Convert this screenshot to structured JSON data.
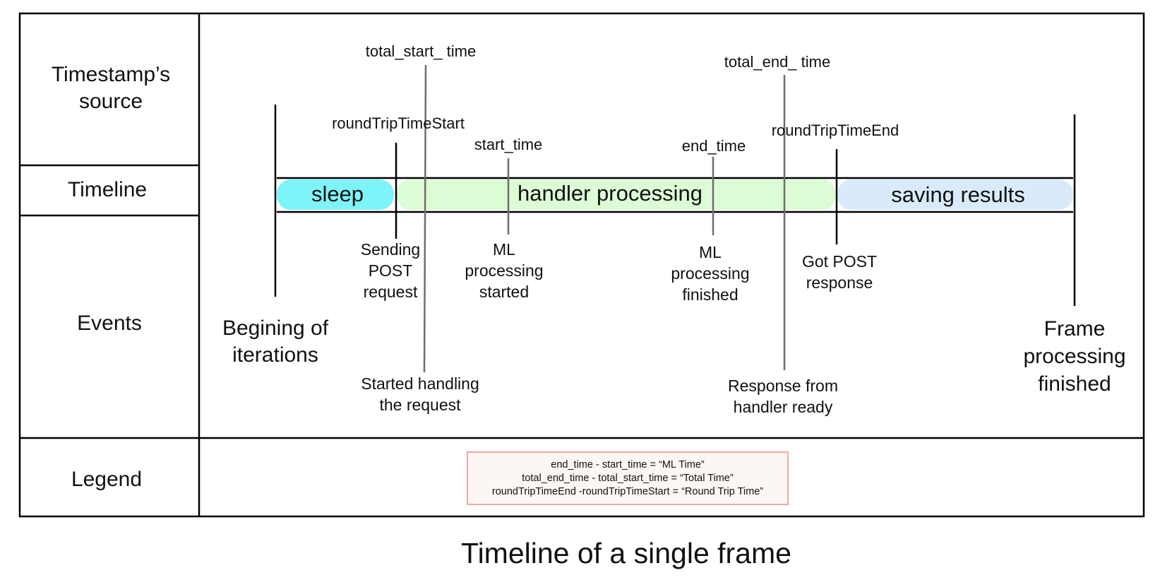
{
  "title": "Timeline of a single frame",
  "rows": {
    "source": [
      "Timestamp’s",
      "source"
    ],
    "timeline": "Timeline",
    "events": "Events",
    "legend": "Legend"
  },
  "segments": [
    {
      "label": "sleep",
      "color": "#7df4f7"
    },
    {
      "label": "handler processing",
      "color": "#dcfcd6"
    },
    {
      "label": "saving results",
      "color": "#d9ebfb"
    }
  ],
  "timestamps": {
    "total_start": "total_start_ time",
    "rtt_start": "roundTripTimeStart",
    "start": "start_time",
    "end": "end_time",
    "total_end": "total_end_ time",
    "rtt_end": "roundTripTimeEnd"
  },
  "events": {
    "begin": [
      "Begining of",
      "iterations"
    ],
    "sending": [
      "Sending",
      "POST",
      "request"
    ],
    "started_handling": [
      "Started handling",
      "the request"
    ],
    "ml_started": [
      "ML",
      "processing",
      "started"
    ],
    "ml_finished": [
      "ML",
      "processing",
      "finished"
    ],
    "response_ready": [
      "Response from",
      "handler ready"
    ],
    "got_post": [
      "Got POST",
      "response"
    ],
    "frame_finished": [
      "Frame",
      "processing",
      "finished"
    ]
  },
  "legend": [
    "end_time - start_time = “ML Time”",
    "total_end_time - total_start_time = “Total Time”",
    "roundTripTimeEnd -roundTripTimeStart = “Round Trip Time”"
  ],
  "colors": {
    "line": "#000000",
    "connector": "#6e6e6e",
    "legend_border": "#f2a7a7",
    "legend_fill": "#fdf7f4"
  }
}
